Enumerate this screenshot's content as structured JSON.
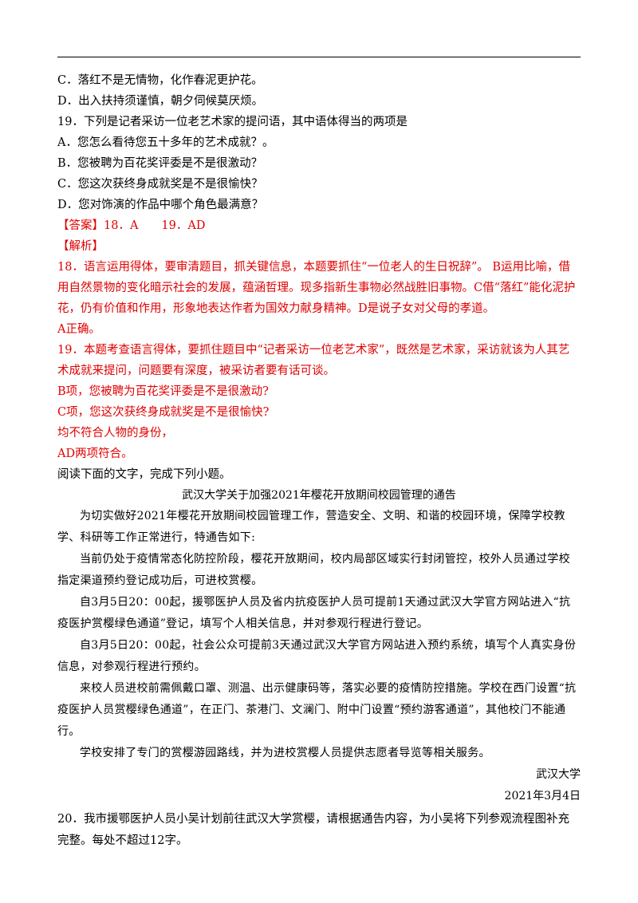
{
  "options_prev": [
    "C．落红不是无情物，化作春泥更护花。",
    "D．出入扶持须谨慎，朝夕伺候莫厌烦。"
  ],
  "q19": {
    "stem": "19．下列是记者采访一位老艺术家的提问语，其中语体得当的两项是",
    "options": [
      "A．您怎么看待您五十多年的艺术成就？。",
      "B．您被聘为百花奖评委是不是很激动？",
      "C．您这次获终身成就奖是不是很愉快？",
      "D．您对饰演的作品中哪个角色最满意？"
    ]
  },
  "answer": {
    "label": "【答案】18．A　　19．AD",
    "analysis_label": "【解析】"
  },
  "analysis": {
    "p18": "18．语言运用得体，要审清题目，抓关键信息，本题要抓住“一位老人的生日祝辞”。 B运用比喻，借用自然景物的变化暗示社会的发展，蕴涵哲理。现多指新生事物必然战胜旧事物。C借“落红”能化泥护花，仍有价值和作用，形象地表达作者为国效力献身精神。D是说子女对父母的孝道。",
    "p18b": "A正确。",
    "p19": "19．本题考查语言得体，要抓住题目中“记者采访一位老艺术家”，既然是艺术家，采访就该为人其艺术成就来提问，问题要有深度，被采访者要有话可谈。",
    "p19b": "B项，您被聘为百花奖评委是不是很激动?",
    "p19c": "C项，您这次获终身成就奖是不是很愉快?",
    "p19d": "均不符合人物的身份，",
    "p19e": "AD两项符合。"
  },
  "reading": {
    "intro": "阅读下面的文字，完成下列小题。",
    "notice_title": "武汉大学关于加强2021年樱花开放期间校园管理的通告",
    "paras": [
      "为切实做好2021年樱花开放期间校园管理工作，营造安全、文明、和谐的校园环境，保障学校教学、科研等工作正常进行，特通告如下:",
      "当前仍处于疫情常态化防控阶段，樱花开放期间，校内局部区域实行封闭管控，校外人员通过学校指定渠道预约登记成功后，可进校赏樱。",
      "自3月5日20：00起，援鄂医护人员及省内抗疫医护人员可提前1天通过武汉大学官方网站进入“抗疫医护赏樱绿色通道”登记，填写个人相关信息，并对参观行程进行登记。",
      "自3月5日20：00起，社会公众可提前3天通过武汉大学官方网站进入预约系统，填写个人真实身份信息，对参观行程进行预约。",
      "来校人员进校前需佩戴口罩、测温、出示健康码等，落实必要的疫情防控措施。学校在西门设置“抗疫医护人员赏樱绿色通道”，在正门、茶港门、文澜门、附中门设置“预约游客通道”，其他校门不能通行。",
      "学校安排了专门的赏樱游园路线，并为进校赏樱人员提供志愿者导览等相关服务。"
    ],
    "signer": "武汉大学",
    "date": "2021年3月4日"
  },
  "q20": "20．我市援鄂医护人员小吴计划前往武汉大学赏樱，请根据通告内容，为小吴将下列参观流程图补充完整。每处不超过12字。"
}
